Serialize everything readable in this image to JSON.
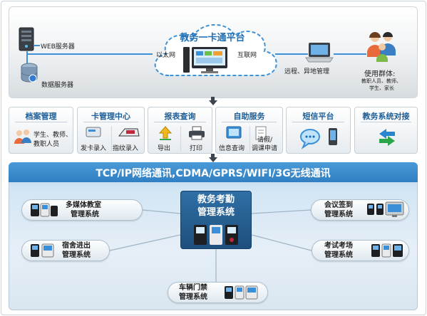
{
  "top": {
    "web_server": "WEB服务器",
    "db_server": "数据服务器",
    "cloud_title": "教务一卡通平台",
    "ethernet": "以太网",
    "internet": "互联网",
    "remote_mgmt": "远程、异地管理",
    "users_title": "使用群体:",
    "users_line1": "教职人员、教师、",
    "users_line2": "学生、家长"
  },
  "modules": [
    {
      "title": "档案管理",
      "items": [
        "学生、教师、",
        "教职人员"
      ]
    },
    {
      "title": "卡管理中心",
      "items": [
        "发卡录入",
        "指纹录入"
      ]
    },
    {
      "title": "报表查询",
      "items": [
        "导出",
        "打印"
      ]
    },
    {
      "title": "自助服务",
      "items": [
        "信息查询",
        "请假/",
        "调课申请"
      ]
    },
    {
      "title": "短信平台",
      "items": []
    },
    {
      "title": "教务系统对接",
      "items": []
    }
  ],
  "network": {
    "band_title": "TCP/IP网络通讯,CDMA/GPRS/WIFI/3G无线通讯",
    "center_line1": "教务考勤",
    "center_line2": "管理系统"
  },
  "subsystems": {
    "multimedia": [
      "多媒体教室",
      "管理系统"
    ],
    "dorm": [
      "宿舍进出",
      "管理系统"
    ],
    "vehicle": [
      "车辆门禁",
      "管理系统"
    ],
    "meeting": [
      "会议签到",
      "管理系统"
    ],
    "exam": [
      "考试考场",
      "管理系统"
    ]
  },
  "colors": {
    "accent_blue": "#1e6fb5",
    "band_blue": "#2f7fc2",
    "center_navy": "#1e4f7d",
    "green": "#2aa54a"
  }
}
